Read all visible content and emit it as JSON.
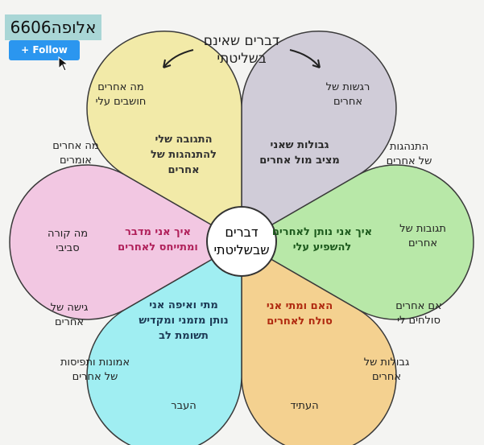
{
  "overlay": {
    "username": "אלופה6606",
    "follow_label": "+ Follow"
  },
  "title": {
    "line1": "דברים שאינם",
    "line2": "בשליטתי"
  },
  "center": {
    "line1": "דברים",
    "line2": "שבשליטתי"
  },
  "petals": [
    {
      "lines": [
        "גבולות שאני",
        "מציב מול אחרים"
      ],
      "color": "#d0ccd8",
      "text_color": "#2a2a2a"
    },
    {
      "lines": [
        "איך אני נותן לאחרים",
        "להשפיע עלי"
      ],
      "color": "#b8e8a8",
      "text_color": "#1d5a1d"
    },
    {
      "lines": [
        "האם ומתי אני",
        "סולח לאחרים"
      ],
      "color": "#f4d190",
      "text_color": "#b02a10"
    },
    {
      "lines": [
        "מתי ואיפה אני",
        "נותן מזמני ומקדיש",
        "תשומת לב"
      ],
      "color": "#a0eef2",
      "text_color": "#1c3a55"
    },
    {
      "lines": [
        "איך אני מדבר",
        "ומתייחס לאחרים"
      ],
      "color": "#f2c7e2",
      "text_color": "#b0205a"
    },
    {
      "lines": [
        "התגובה שלי",
        "להתנהגות של",
        "אחרים"
      ],
      "color": "#f2eaa8",
      "text_color": "#333"
    }
  ],
  "outer": [
    {
      "lines": [
        "רגשות של",
        "אחרים"
      ]
    },
    {
      "lines": [
        "התנהגות",
        "של אחרים"
      ]
    },
    {
      "lines": [
        "תגובות של",
        "אחרים"
      ]
    },
    {
      "lines": [
        "אם אחרים",
        "סולחים לי"
      ]
    },
    {
      "lines": [
        "גבולות של",
        "אחרים"
      ]
    },
    {
      "lines": [
        "העתיד"
      ]
    },
    {
      "lines": [
        "העבר"
      ]
    },
    {
      "lines": [
        "אמונות ותפיסות",
        "של אחרים"
      ]
    },
    {
      "lines": [
        "גישה של",
        "אחרים"
      ]
    },
    {
      "lines": [
        "מה קורה",
        "סביבי"
      ]
    },
    {
      "lines": [
        "מה אחרים",
        "אומרים"
      ]
    },
    {
      "lines": [
        "מה אחרים",
        "חושבים עלי"
      ]
    }
  ]
}
